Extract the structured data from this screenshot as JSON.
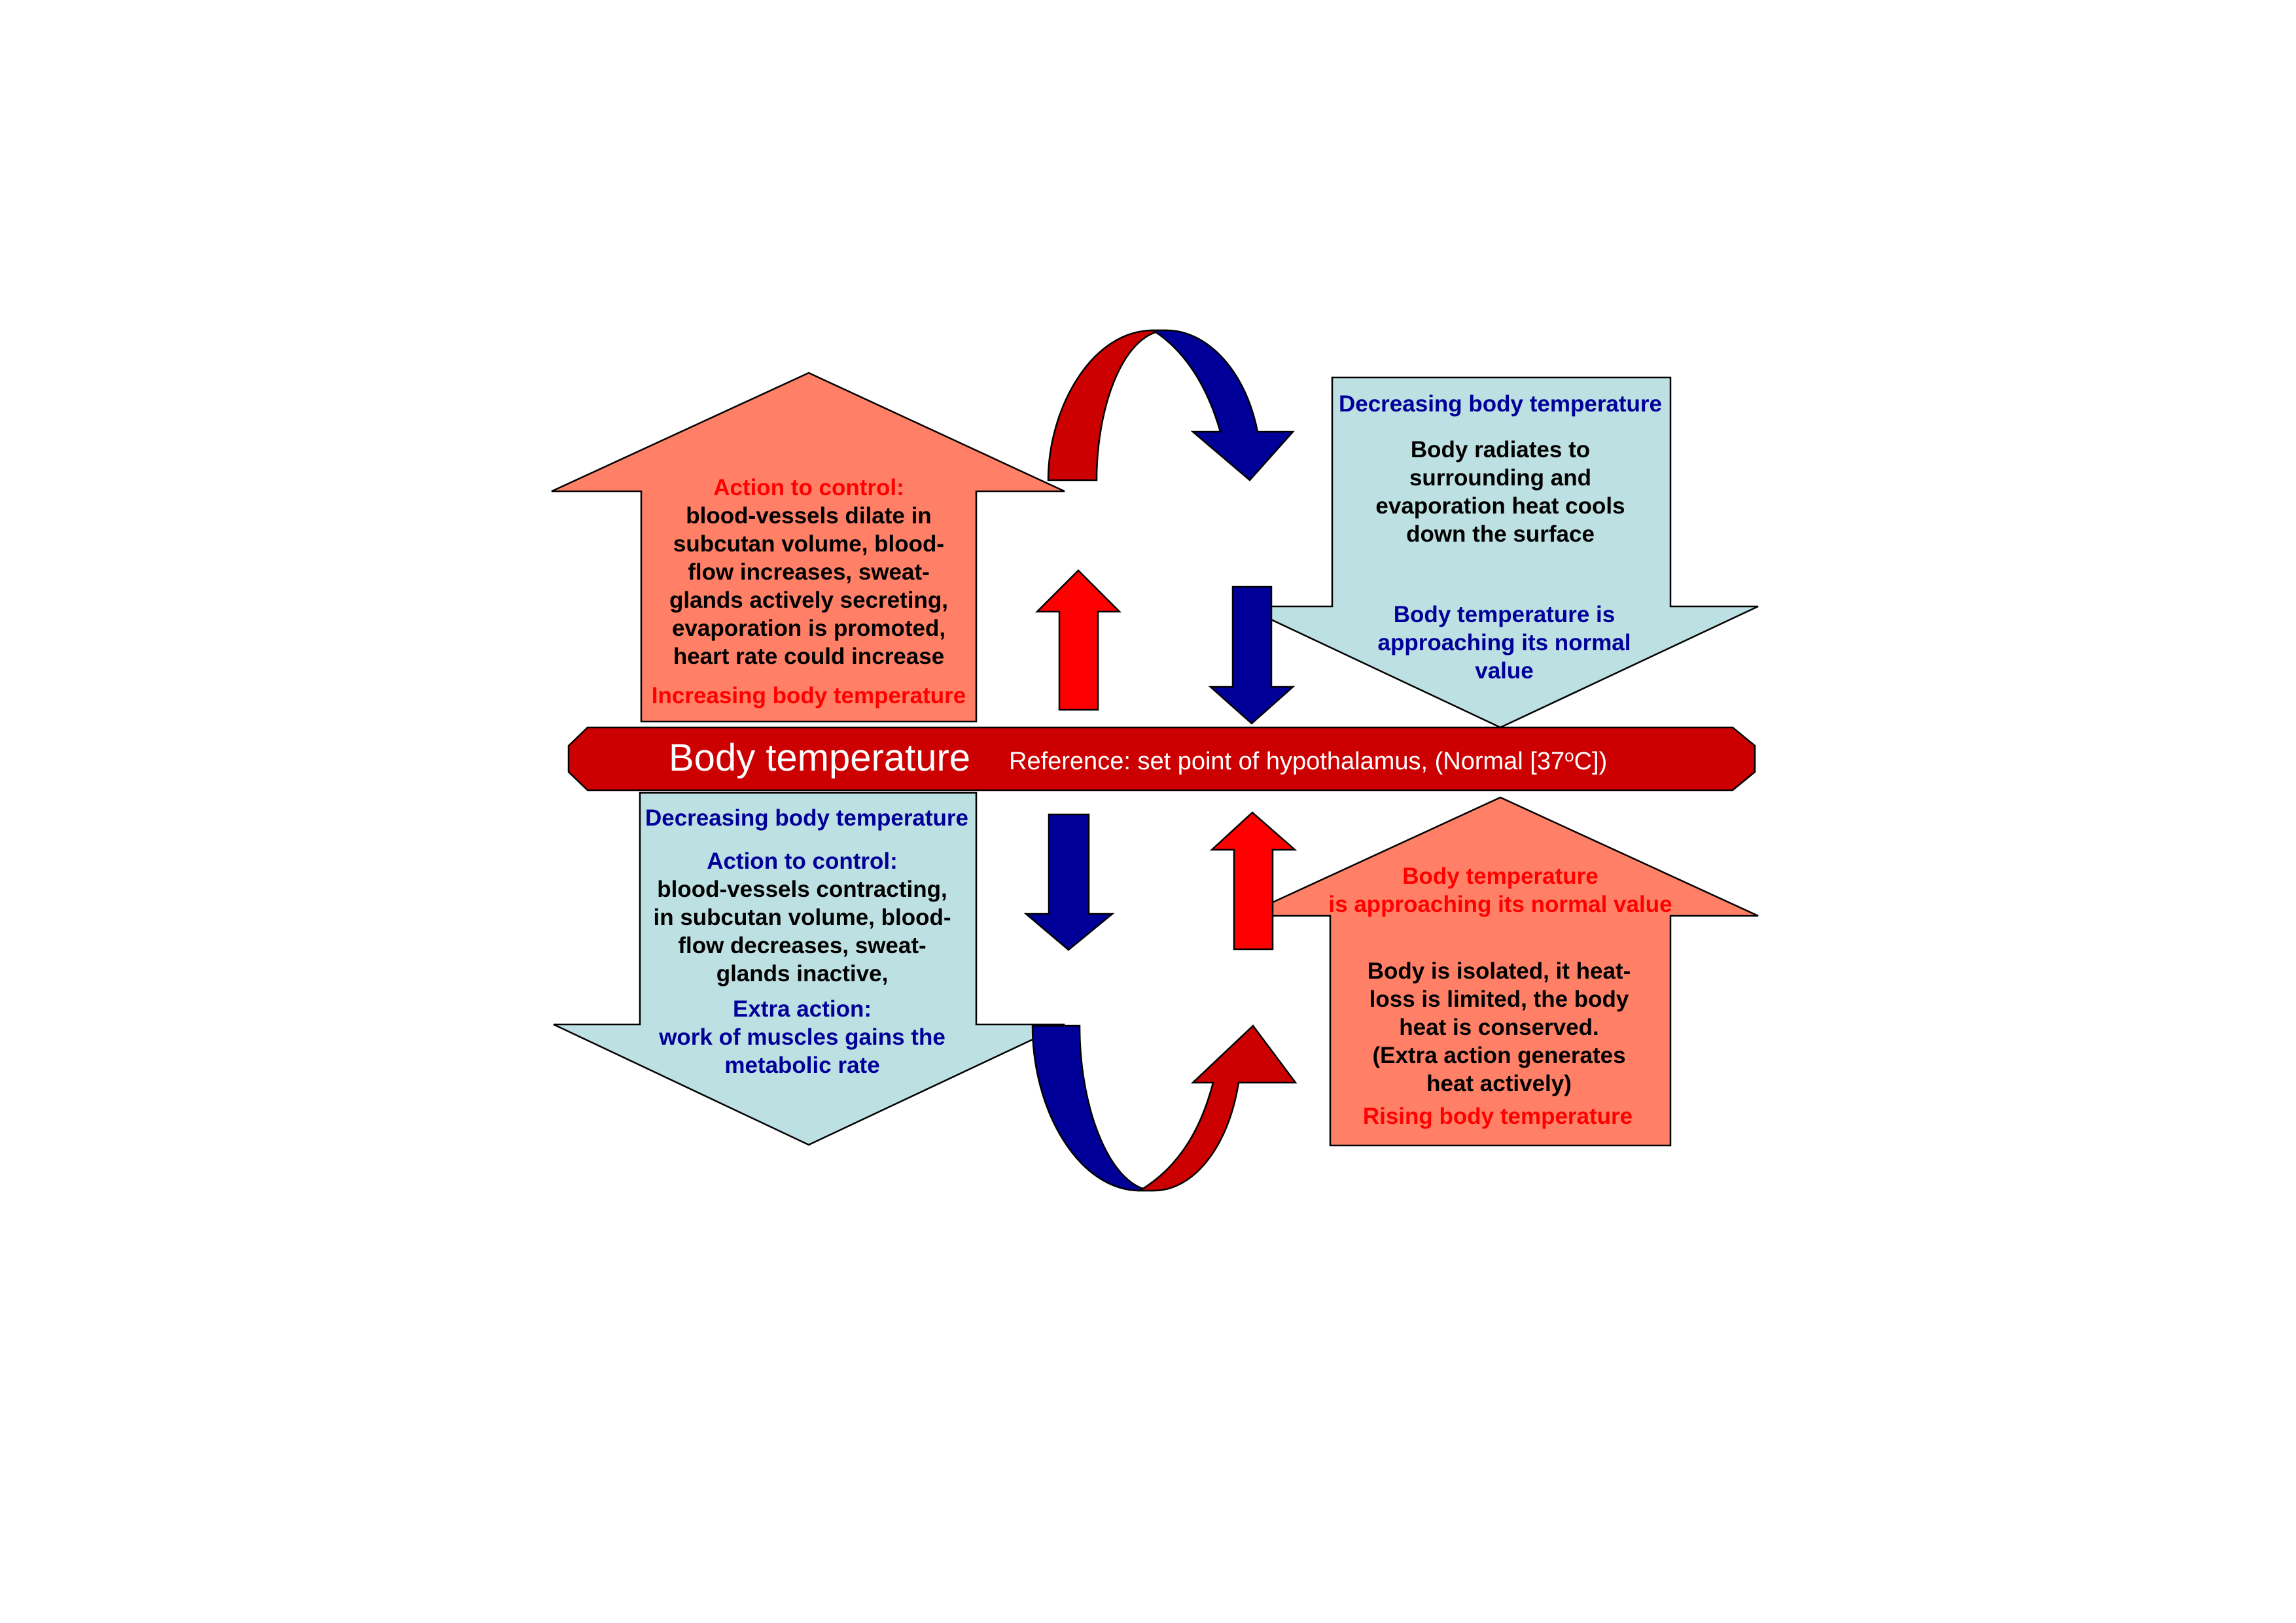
{
  "colors": {
    "warm_fill": "#ff8066",
    "cool_fill": "#bde0e3",
    "bar_fill": "#cc0000",
    "up_arrow_red": "#ff0000",
    "down_arrow_blue": "#000099",
    "text_red": "#ff0000",
    "text_navy": "#000099",
    "text_black": "#000000"
  },
  "center_bar": {
    "title": "Body temperature",
    "reference": "Reference: set point of hypothalamus, (Normal [37",
    "reference_sup": "o",
    "reference_end": "C])"
  },
  "top_left": {
    "heading": "Action to control:",
    "lines": [
      "blood-vessels dilate in",
      "subcutan volume, blood-",
      "flow increases, sweat-",
      "glands actively secreting,",
      "evaporation is promoted,",
      "heart rate could increase"
    ],
    "footer": "Increasing body temperature"
  },
  "top_right": {
    "heading": "Decreasing body temperature",
    "lines": [
      "Body radiates to",
      "surrounding and",
      "evaporation heat cools",
      "down the surface"
    ],
    "footer_lines": [
      "Body temperature is",
      "approaching  its normal",
      "value"
    ]
  },
  "bottom_left": {
    "heading": "Decreasing body temperature",
    "sub_heading": "Action to control:",
    "lines": [
      "blood-vessels contracting,",
      "in subcutan volume, blood-",
      "flow decreases, sweat-",
      "glands inactive,"
    ],
    "extra_lines": [
      "Extra action:",
      "work of muscles gains the",
      "metabolic rate"
    ]
  },
  "bottom_right": {
    "heading_lines": [
      "Body temperature",
      "is approaching  its normal value"
    ],
    "lines": [
      "Body is isolated, it heat-",
      "loss is limited, the body",
      "heat is conserved.",
      "(Extra action generates",
      "heat actively)"
    ],
    "footer": "Rising body temperature"
  }
}
